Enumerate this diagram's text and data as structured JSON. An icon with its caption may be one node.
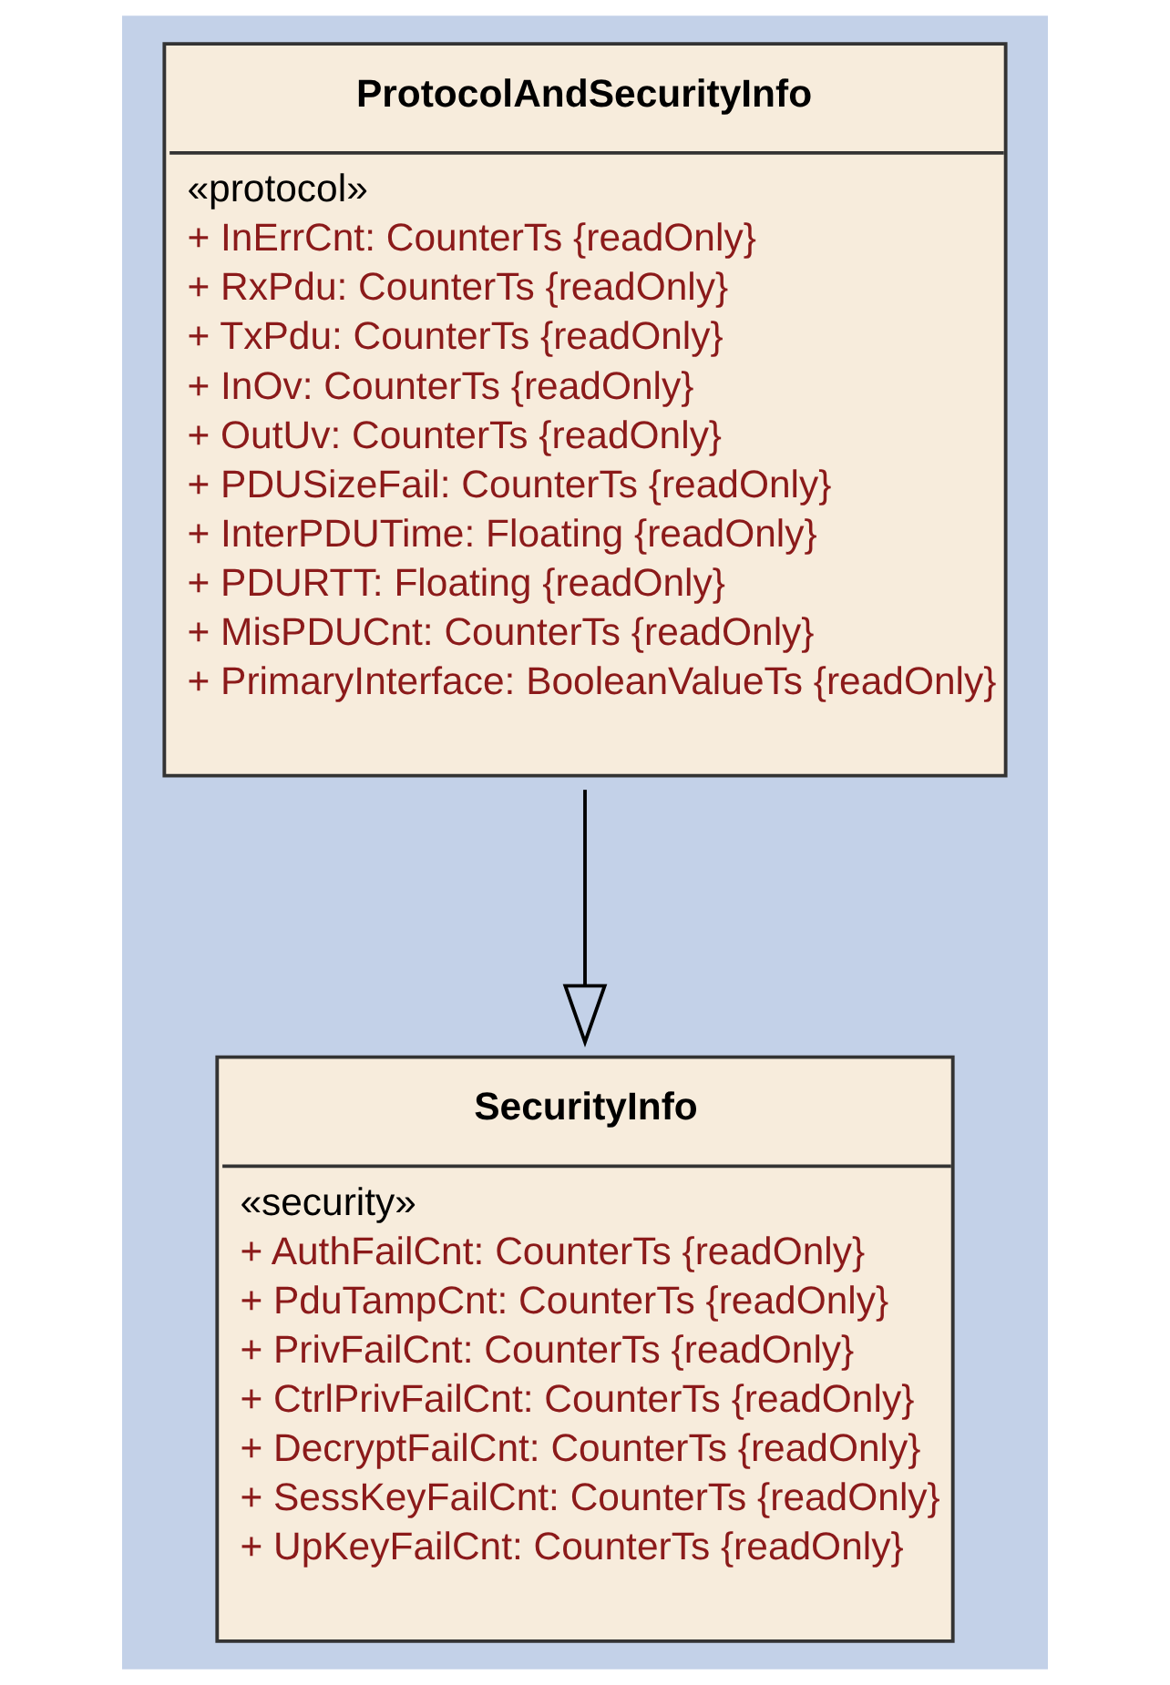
{
  "diagram": {
    "nodes": [
      {
        "text": [
          "ProtocolAndSecurityInfo",
          "«protocol»",
          "+ InErrCnt: CounterTs {readOnly}",
          "+ RxPdu: CounterTs {readOnly}",
          "+ TxPdu: CounterTs {readOnly}",
          "+ InOv: CounterTs {readOnly}",
          "+ OutUv: CounterTs {readOnly}",
          "+ PDUSizeFail: CounterTs {readOnly}",
          "+ InterPDUTime: Floating {readOnly}",
          "+ PDURTT: Floating {readOnly}",
          "+ MisPDUCnt: CounterTs {readOnly}",
          "+ PrimaryInterface: BooleanValueTs {readOnly}"
        ]
      },
      {
        "text": [
          "SecurityInfo",
          "«security»",
          "+ AuthFailCnt: CounterTs {readOnly}",
          "+ PduTampCnt: CounterTs {readOnly}",
          "+ PrivFailCnt: CounterTs {readOnly}",
          "+ CtrlPrivFailCnt: CounterTs {readOnly}",
          "+ DecryptFailCnt: CounterTs {readOnly}",
          "+ SessKeyFailCnt: CounterTs {readOnly}",
          "+ UpKeyFailCnt: CounterTs {readOnly}"
        ]
      }
    ],
    "edges": [
      {
        "from": 0,
        "to": 1,
        "arrow": "to"
      }
    ]
  }
}
